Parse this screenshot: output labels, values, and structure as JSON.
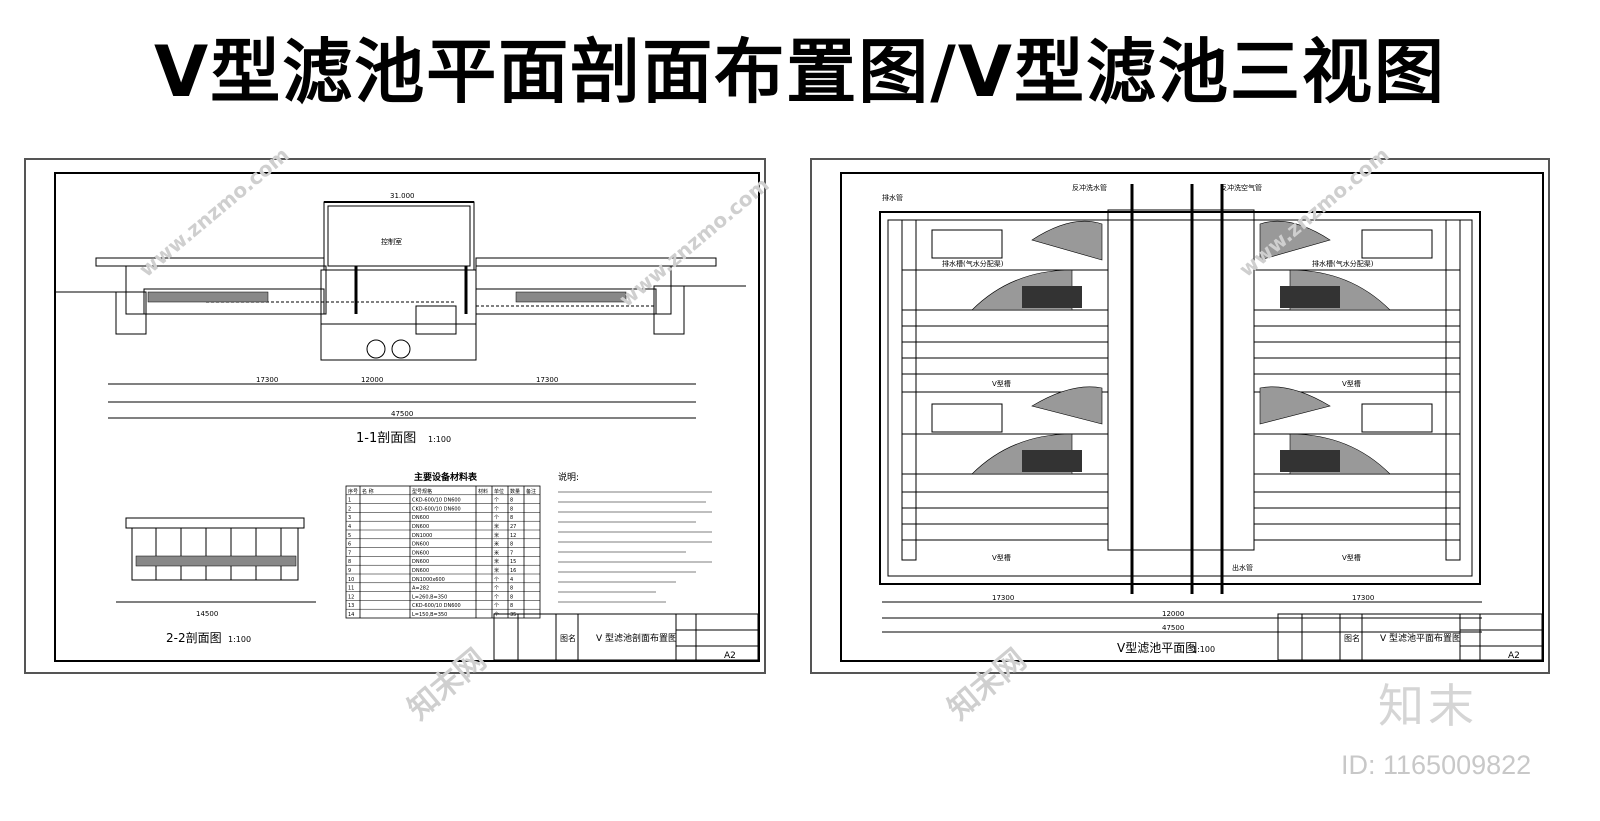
{
  "title": "V型滤池平面剖面布置图/V型滤池三视图",
  "left_sheet": {
    "section1_title": "1-1剖面图",
    "section1_scale": "1:100",
    "section2_title": "2-2剖面图",
    "section2_scale": "1:100",
    "control_room": "控制室",
    "elev_top": "31.000",
    "dim_total": "47500",
    "dim_half": "17300",
    "dim_mid": "12000",
    "dim_2_total": "14500",
    "materials_title": "主要设备材料表",
    "materials_headers": [
      "序号",
      "名 称",
      "型号规格",
      "材料",
      "单位",
      "数量",
      "备注"
    ],
    "materials_rows": [
      [
        "1",
        "",
        "CKD-600/10 DN600",
        "",
        "个",
        "8",
        ""
      ],
      [
        "2",
        "",
        "CKD-600/10 DN600",
        "",
        "个",
        "8",
        ""
      ],
      [
        "3",
        "",
        "DN600",
        "",
        "个",
        "8",
        ""
      ],
      [
        "4",
        "",
        "DN600",
        "",
        "米",
        "27",
        ""
      ],
      [
        "5",
        "",
        "DN1000",
        "",
        "米",
        "12",
        ""
      ],
      [
        "6",
        "",
        "DN600",
        "",
        "米",
        "8",
        ""
      ],
      [
        "7",
        "",
        "DN600",
        "",
        "米",
        "7",
        ""
      ],
      [
        "8",
        "",
        "DN600",
        "",
        "米",
        "15",
        ""
      ],
      [
        "9",
        "",
        "DN600",
        "",
        "米",
        "16",
        ""
      ],
      [
        "10",
        "",
        "DN1000x600",
        "",
        "个",
        "4",
        ""
      ],
      [
        "11",
        "",
        "A=282",
        "",
        "个",
        "8",
        ""
      ],
      [
        "12",
        "",
        "L=260,B=350",
        "",
        "个",
        "8",
        ""
      ],
      [
        "13",
        "",
        "CKD-600/10 DN600",
        "",
        "个",
        "8",
        ""
      ],
      [
        "14",
        "",
        "L=150,B=350",
        "",
        "个",
        "35",
        ""
      ]
    ],
    "notes_title": "说明:",
    "titleblock_name_label": "图名",
    "titleblock_name": "V 型滤池剖面布置图",
    "titleblock_no": "A2"
  },
  "right_sheet": {
    "plan_title": "V型滤池平面图",
    "plan_scale": "1:100",
    "dim_total": "47500",
    "dim_half": "17300",
    "dim_mid": "12000",
    "labels_pipe": [
      "反冲洗空气管",
      "反冲洗水管",
      "排水管",
      "出水管"
    ],
    "channel_label": "V型槽",
    "drain_label": "排水槽(气水分配渠)",
    "titleblock_name_label": "图名",
    "titleblock_name": "V 型滤池平面布置图",
    "titleblock_no": "A2"
  },
  "watermark": {
    "logo": "知末",
    "id": "ID: 1165009822",
    "site": "www.znzmo.com",
    "brand": "知末网"
  }
}
